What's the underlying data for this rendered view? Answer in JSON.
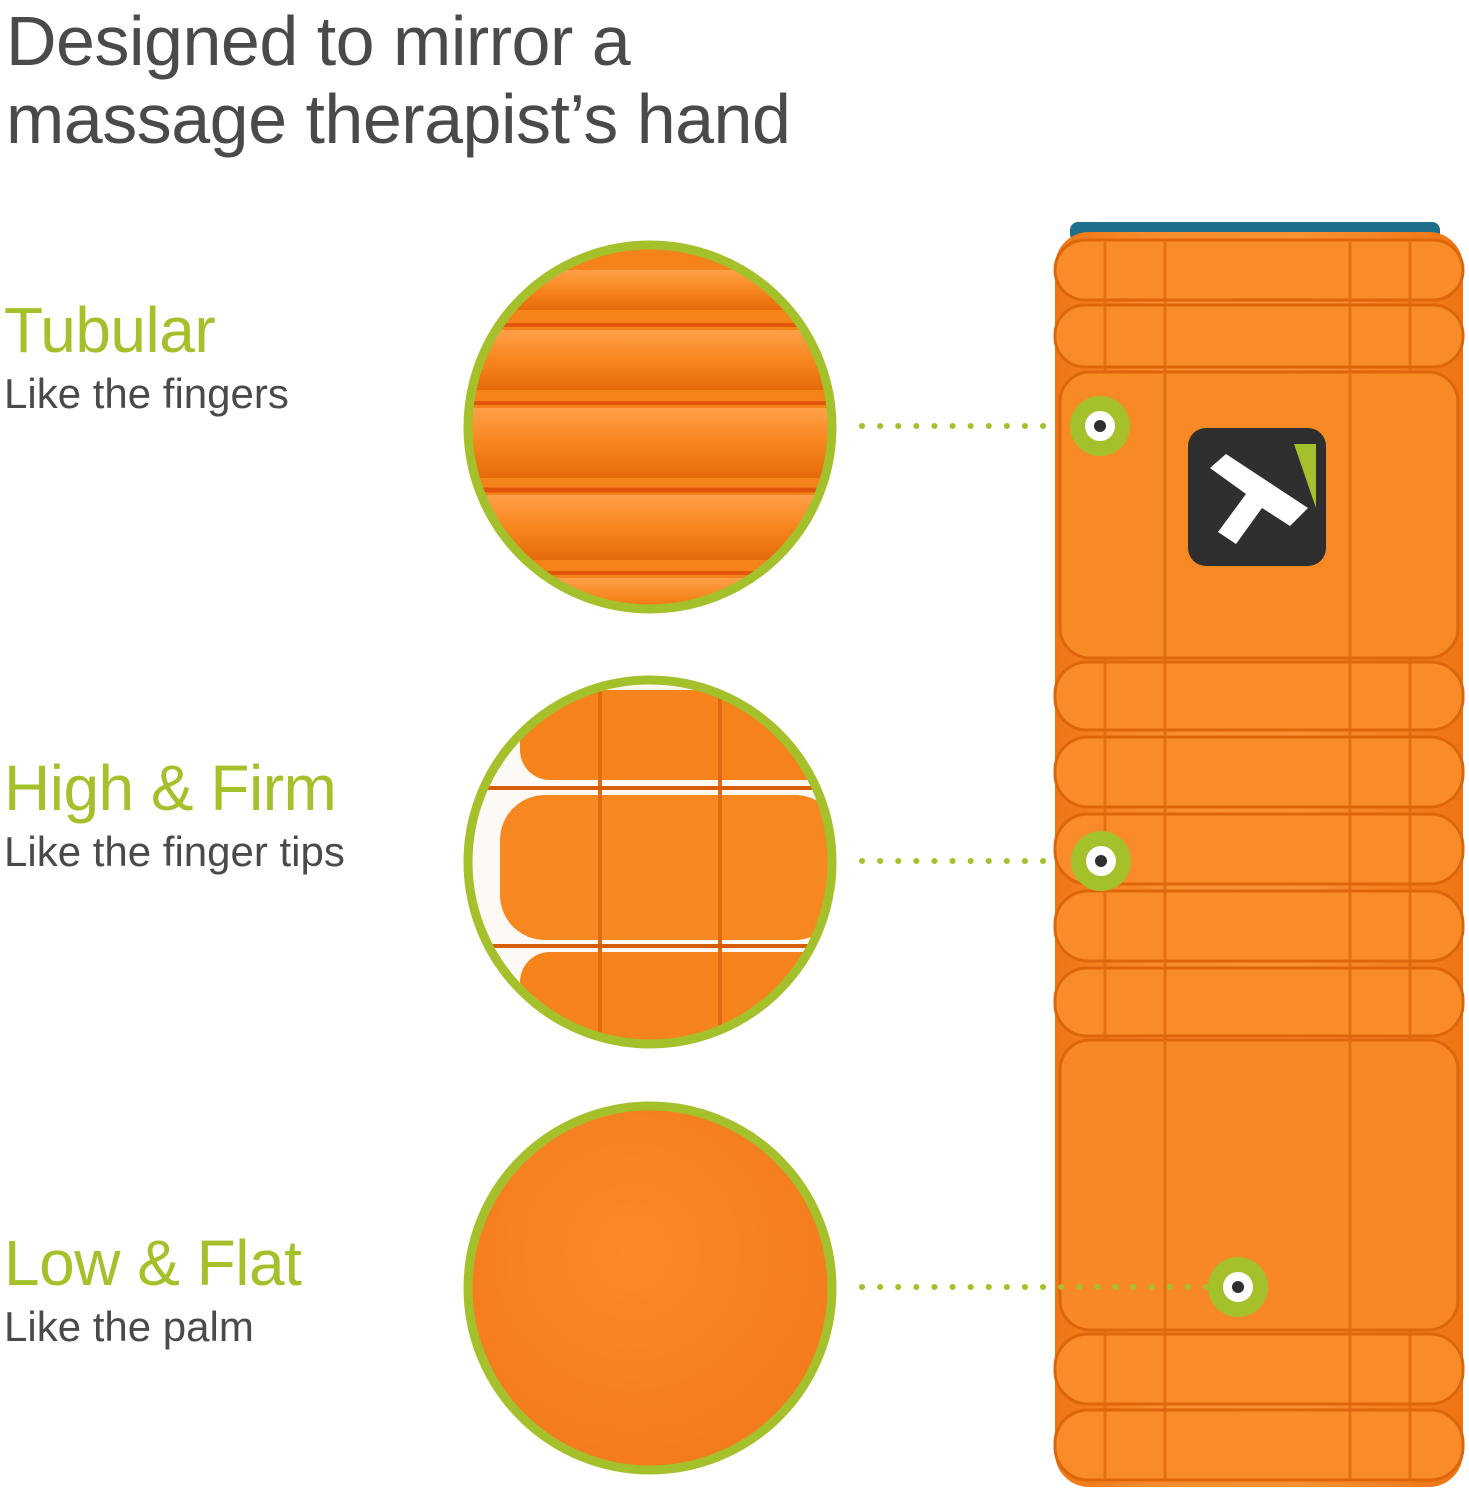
{
  "headline": {
    "line1": "Designed to mirror a",
    "line2": "massage therapist’s hand"
  },
  "features": [
    {
      "title": "Tubular",
      "description": "Like the fingers"
    },
    {
      "title": "High & Firm",
      "description": "Like the finger tips"
    },
    {
      "title": "Low & Flat",
      "description": "Like the palm"
    }
  ],
  "colors": {
    "accent_green": "#a4c12c",
    "text_gray": "#4a4a4a",
    "foam_orange": "#f7851c",
    "logo_dark": "#2f2f2f"
  },
  "icons": [
    "triggerpoint-logo-icon"
  ]
}
